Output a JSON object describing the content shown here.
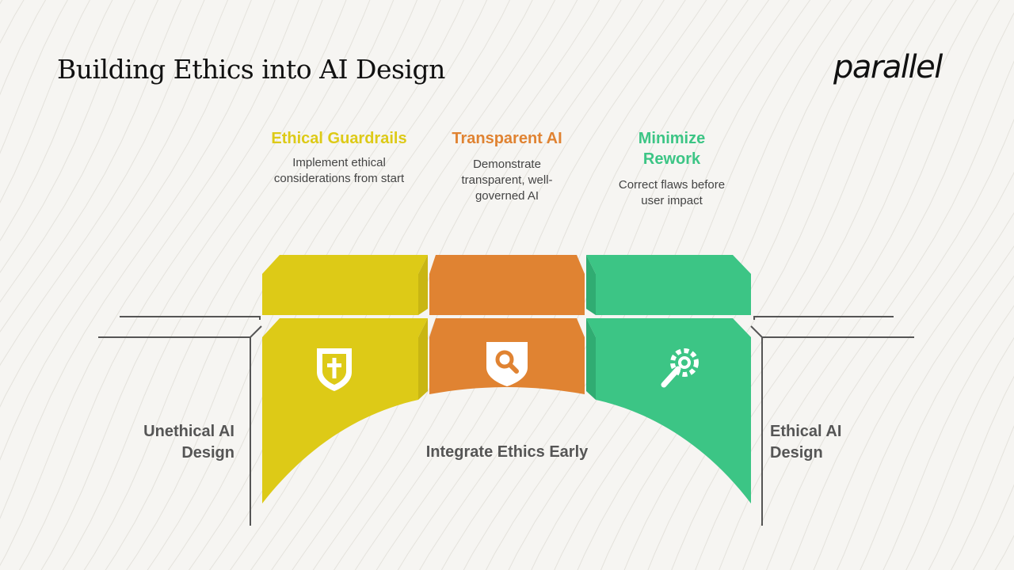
{
  "title": "Building Ethics into AI Design",
  "logo": "parallel",
  "colors": {
    "yellow": "#ddca17",
    "yellow_dark": "#c9b613",
    "orange": "#e08332",
    "orange_dark": "#c96f24",
    "green": "#3cc585",
    "green_dark": "#30ac72"
  },
  "pillars": [
    {
      "heading": "Ethical Guardrails",
      "description": "Implement ethical considerations from start",
      "icon": "shield-cross-icon",
      "color": "#ddca17"
    },
    {
      "heading": "Transparent AI",
      "description": "Demonstrate transparent, well-governed AI",
      "icon": "shield-search-icon",
      "color": "#e08332"
    },
    {
      "heading": "Minimize Rework",
      "description": "Correct flaws before user impact",
      "icon": "wrench-gear-icon",
      "color": "#3cc585"
    }
  ],
  "left_label": "Unethical AI Design",
  "right_label": "Ethical AI Design",
  "center_label": "Integrate Ethics Early"
}
